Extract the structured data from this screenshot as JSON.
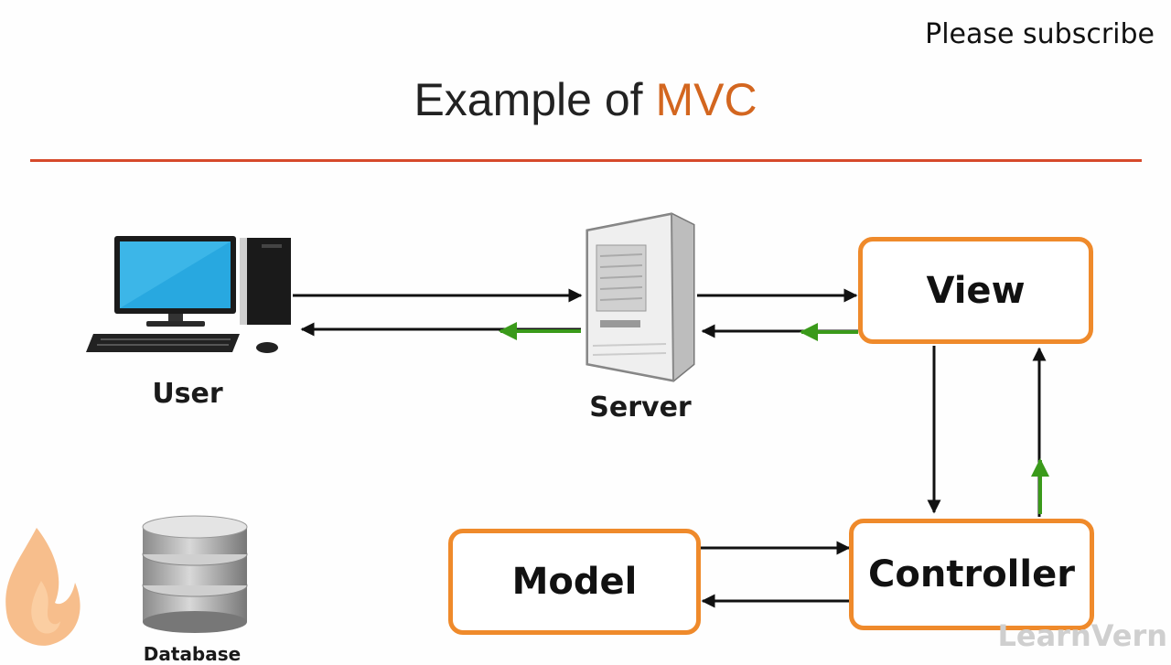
{
  "header": {
    "subscribe_text": "Please subscribe",
    "title_prefix": "Example of ",
    "title_accent": "MVC"
  },
  "nodes": {
    "user": "User",
    "server": "Server",
    "database": "Database",
    "view": "View",
    "controller": "Controller",
    "model": "Model"
  },
  "watermark": "LearnVern",
  "colors": {
    "accent": "#d3661f",
    "rule": "#d6492b",
    "box_border": "#ef8a2b",
    "arrow": "#111111",
    "response_arrow": "#3a9a1a"
  },
  "icons": {
    "user": "desktop-computer-icon",
    "server": "server-tower-icon",
    "database": "database-icon",
    "logo": "flame-logo-icon"
  }
}
